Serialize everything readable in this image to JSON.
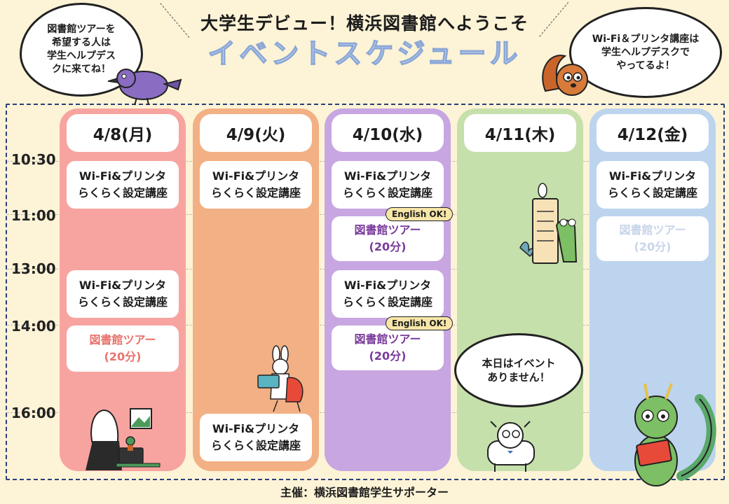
{
  "header": {
    "title": "大学生デビュー！横浜図書館へようこそ",
    "subtitle": "イベントスケジュール"
  },
  "bubbles": {
    "left": [
      "図書館ツアーを",
      "希望する人は",
      "学生ヘルプデス",
      "クに来てね！"
    ],
    "right": [
      "Wi-Fi＆プリンタ講座は",
      "学生ヘルプデスクで",
      "やってるよ！"
    ],
    "thursday": [
      "本日はイベント",
      "ありません！"
    ]
  },
  "times": [
    "10:30",
    "11:00",
    "13:00",
    "14:00",
    "16:00"
  ],
  "days": [
    {
      "label": "4/8(月)",
      "color": "#f7a4a0"
    },
    {
      "label": "4/9(火)",
      "color": "#f2b084"
    },
    {
      "label": "4/10(水)",
      "color": "#c7a6e2"
    },
    {
      "label": "4/11(木)",
      "color": "#c6e0ac"
    },
    {
      "label": "4/12(金)",
      "color": "#bcd4ee"
    }
  ],
  "events": {
    "wifi": [
      "Wi-Fi&プリンタ",
      "らくらく設定講座"
    ],
    "tour": [
      "図書館ツアー",
      "(20分)"
    ],
    "english_badge": "English OK!"
  },
  "footer": "主催：横浜図書館学生サポーター",
  "colors": {
    "background": "#fdf3d6",
    "tour_purple": "#7a3b9b",
    "tour_red": "#e8736c",
    "tour_faded": "#c8d5ea",
    "board_border": "#2c3e7a"
  },
  "icons": [
    "crow-icon",
    "squirrel-icon",
    "bunny-laptop-icon",
    "frog-icon",
    "girl-desk-icon",
    "cow-icon",
    "dragon-icon"
  ]
}
